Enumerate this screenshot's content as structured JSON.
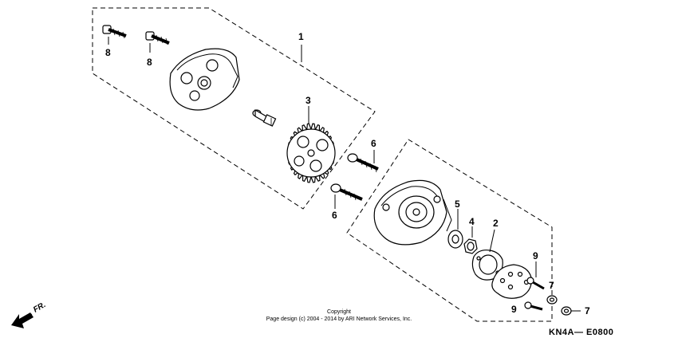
{
  "diagram": {
    "callouts": {
      "c1": "1",
      "c2": "2",
      "c3": "3",
      "c4": "4",
      "c5": "5",
      "c6a": "6",
      "c6b": "6",
      "c7a": "7",
      "c7b": "7",
      "c8a": "8",
      "c8b": "8",
      "c9a": "9",
      "c9b": "9"
    },
    "front_arrow_label": "FR.",
    "copyright_line1": "Copyright",
    "copyright_line2": "Page design (c) 2004 - 2014 by ARI Network Services, Inc.",
    "diagram_code": "KN4A— E0800"
  }
}
